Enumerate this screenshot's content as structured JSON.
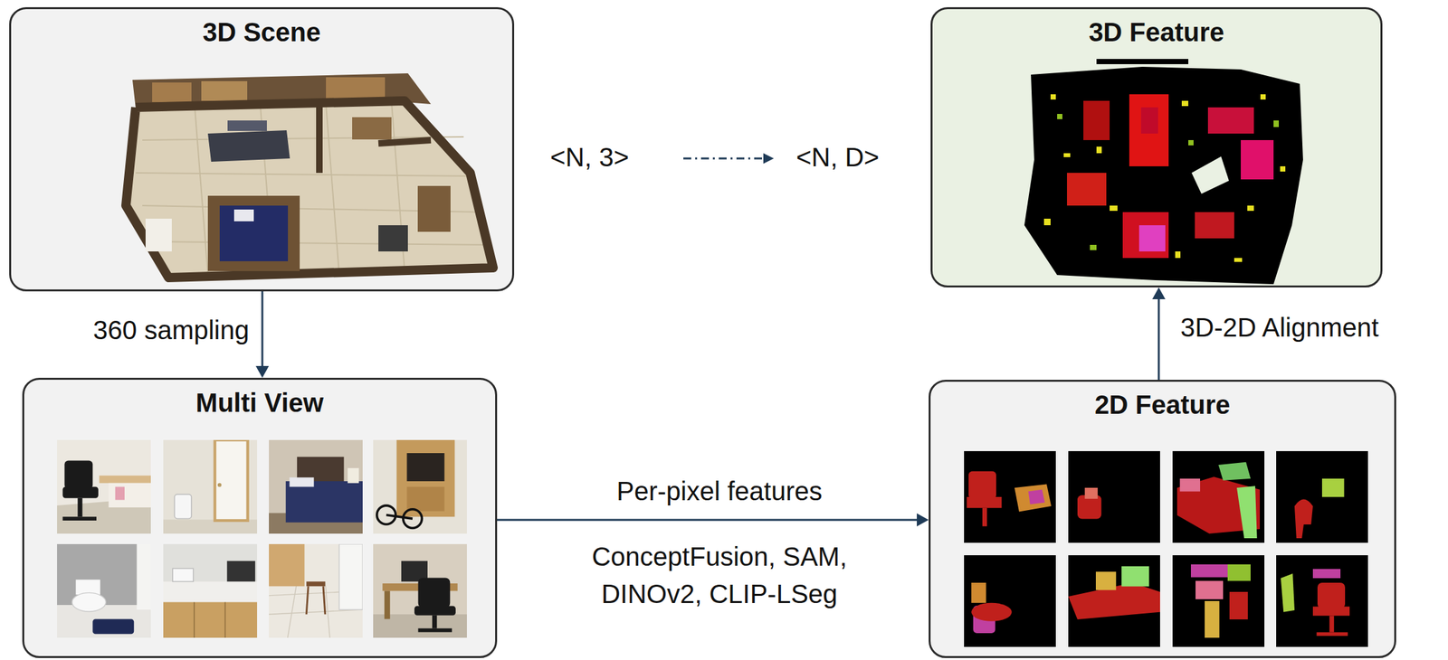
{
  "diagram": {
    "nodes": [
      {
        "text": [
          "3D Scene"
        ]
      },
      {
        "text": [
          "3D Feature"
        ]
      },
      {
        "text": [
          "Multi View"
        ]
      },
      {
        "text": [
          "2D Feature"
        ]
      }
    ],
    "edges": [
      {
        "from": 0,
        "to": 2,
        "arrow": "to",
        "label": "360 sampling"
      },
      {
        "from": 2,
        "to": 3,
        "arrow": "to",
        "label": "Per-pixel features"
      },
      {
        "from": 3,
        "to": 1,
        "arrow": "to",
        "label": "3D-2D Alignment"
      }
    ],
    "labels": [
      "<N, 3>",
      "<N, D>",
      "ConceptFusion, SAM, DINOv2, CLIP-LSeg"
    ]
  }
}
